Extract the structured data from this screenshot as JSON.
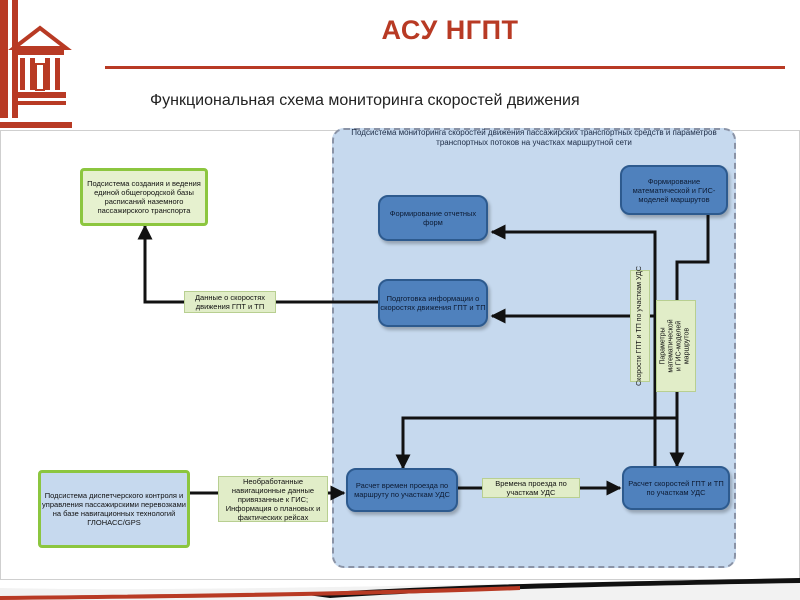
{
  "header": {
    "title": "АСУ НГПТ",
    "subtitle": "Функциональная схема мониторинга скоростей движения"
  },
  "diagram": {
    "region_title": "Подсистема мониторинга скоростей движения пассажирских транспортных средств и параметров транспортных потоков на участках маршрутной сети",
    "nodes": {
      "schedule_db": "Подсистема создания и ведения единой общегородской базы расписаний наземного пассажирского транспорта",
      "dispatch": "Подсистема диспетчерского контроля и управления пассажирскими перевозками на базе навигационных технологий ГЛОНАСС/GPS",
      "reports": "Формирование отчетных форм",
      "gis_models": "Формирование математической и ГИС-моделей маршрутов",
      "speed_prep": "Подготовка информации о скоростях движения ГПТ и ТП",
      "route_times": "Расчет времен проезда по маршруту по участкам УДС",
      "speed_calc": "Расчет скоростей ГПТ и ТП по участкам УДС"
    },
    "edge_labels": {
      "speed_data": "Данные о скоростях движения ГПТ и ТП",
      "raw_nav": "Необработанные навигационные данные привязанные к ГИС; Информация о плановых и фактических рейсах",
      "travel_times": "Времена проезда по участкам УДС",
      "speeds_vertical": "Скорости ГПТ и ТП по участкам УДС",
      "params_vertical": "Параметры математической и ГИС-моделей маршрутов"
    }
  },
  "colors": {
    "accent": "#b83a24",
    "region_fill": "#c6d9ee",
    "process_fill": "#4f81bd",
    "external_border": "#8cc63f"
  }
}
